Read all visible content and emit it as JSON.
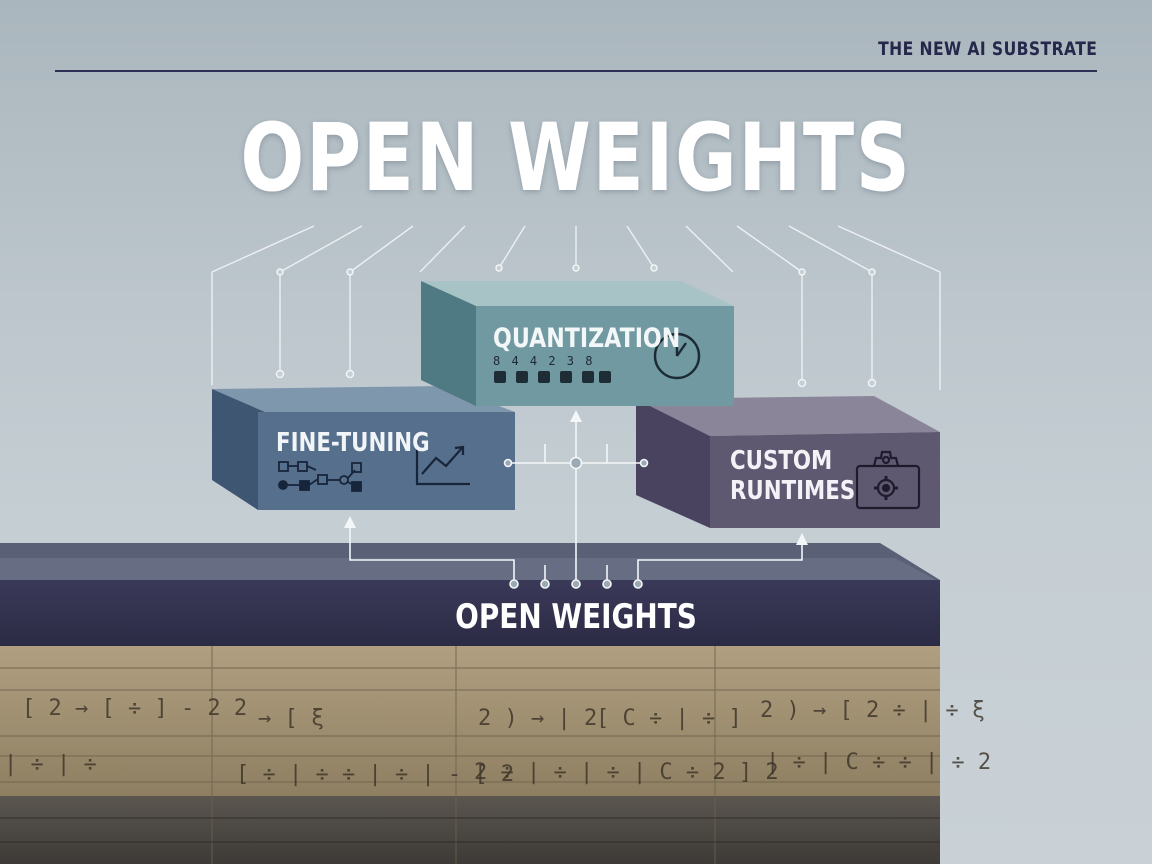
{
  "header": {
    "kicker": "THE NEW AI SUBSTRATE"
  },
  "hero": {
    "title": "OPEN WEIGHTS"
  },
  "blocks": {
    "quantization": {
      "label": "QUANTIZATION",
      "bit_digits": "8  4  4  2  3  8"
    },
    "fine_tuning": {
      "label": "FINE-TUNING"
    },
    "custom_runtimes": {
      "label_line1": "CUSTOM",
      "label_line2": "RUNTIMES"
    }
  },
  "foundation": {
    "label": "OPEN WEIGHTS"
  },
  "rock_glyphs": [
    "[ 2 → [ ÷ ] - 2 2",
    "→ [ ξ",
    "2 ) → | 2",
    "[ C ÷ | ÷ ]",
    "2 ) → [ 2 ÷ | ÷ ξ",
    "| ÷ | ÷",
    "[ ÷ | ÷ ÷ | ÷ | - [ 2",
    "2 ÷ | ÷ | ÷ | C ÷ 2 ] 2",
    "| ÷ | C ÷ ÷ | ÷ 2"
  ],
  "colors": {
    "quantization_block": "#6f98a0",
    "fine_tuning_block": "#55708e",
    "custom_runtimes_block": "#5d5670",
    "foundation_slab": "#353452",
    "kicker_text": "#25284a"
  },
  "icons": [
    "clock-icon",
    "trend-chart-icon",
    "network-nodes-icon",
    "gear-window-icon"
  ]
}
